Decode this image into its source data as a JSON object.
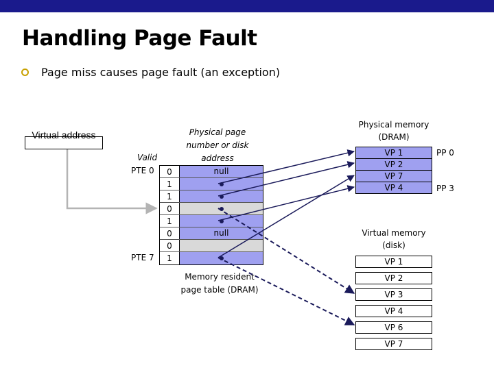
{
  "slide": {
    "title": "Handling Page Fault",
    "bullet": "Page miss causes page fault (an exception)"
  },
  "virtual_address": {
    "label": "Virtual address"
  },
  "page_table": {
    "valid_header": "Valid",
    "address_header": "Physical page number or disk address",
    "caption": "Memory resident page table (DRAM)",
    "pte0_label": "PTE 0",
    "pte7_label": "PTE 7",
    "rows": [
      {
        "valid": "0",
        "addr": "null",
        "kind": "null"
      },
      {
        "valid": "1",
        "addr": "",
        "kind": "ptr"
      },
      {
        "valid": "1",
        "addr": "",
        "kind": "ptr"
      },
      {
        "valid": "0",
        "addr": "",
        "kind": "ptr"
      },
      {
        "valid": "1",
        "addr": "",
        "kind": "ptr"
      },
      {
        "valid": "0",
        "addr": "null",
        "kind": "null"
      },
      {
        "valid": "0",
        "addr": "",
        "kind": "empty"
      },
      {
        "valid": "1",
        "addr": "",
        "kind": "ptr"
      }
    ]
  },
  "physical_memory": {
    "title": "Physical memory (DRAM)",
    "pages": [
      "VP 1",
      "VP 2",
      "VP 7",
      "VP 4"
    ],
    "pp0_label": "PP 0",
    "pp3_label": "PP 3"
  },
  "virtual_memory": {
    "title": "Virtual memory (disk)",
    "pages": [
      "VP 1",
      "VP 2",
      "VP 3",
      "VP 4",
      "VP 6",
      "VP 7"
    ]
  },
  "colors": {
    "topbar": "#1a1a8c",
    "filled": "#9fa0f0",
    "empty": "#d9d9d9",
    "arrow": "#1a1a5a",
    "va_arrow": "#b4b4b4"
  }
}
